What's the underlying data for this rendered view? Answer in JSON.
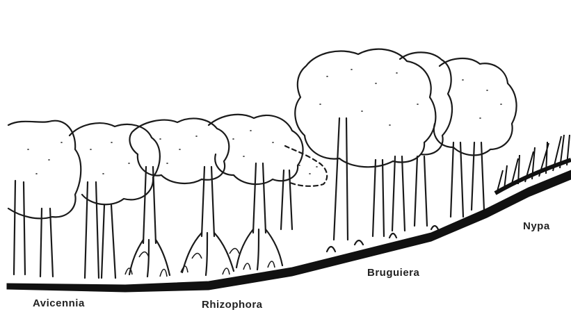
{
  "zones": [
    {
      "id": "avicennia",
      "label": "Avicennia"
    },
    {
      "id": "rhizophora",
      "label": "Rhizophora"
    },
    {
      "id": "bruguiera",
      "label": "Bruguiera"
    },
    {
      "id": "nypa",
      "label": "Nypa"
    }
  ],
  "colors": {
    "ink": "#1a1a1a",
    "paper": "#ffffff",
    "ground": "#111111"
  }
}
